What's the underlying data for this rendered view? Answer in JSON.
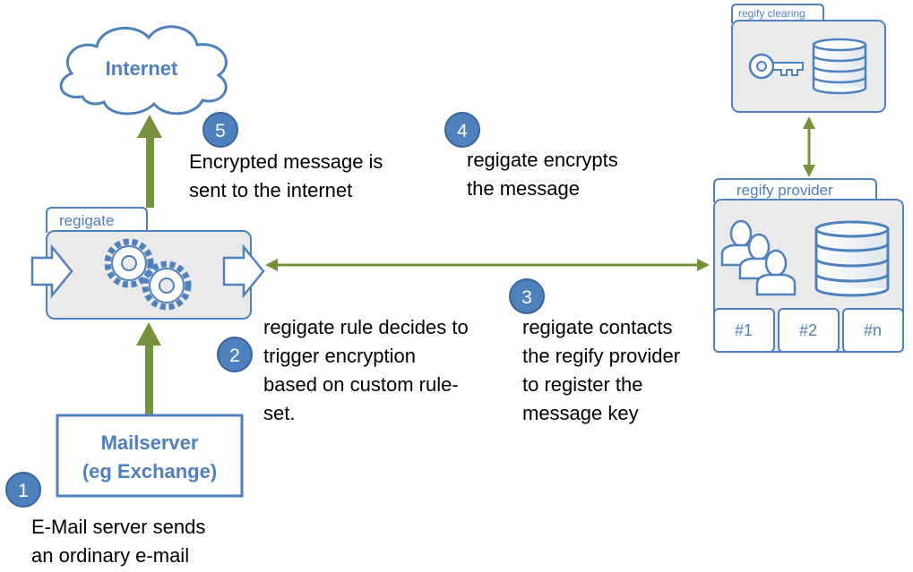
{
  "colors": {
    "blue_stroke": "#4f81bd",
    "blue_text": "#4f7fbc",
    "panel_fill": "#eaeaea",
    "arrow_green": "#76923c",
    "badge_fill": "#4f81bd",
    "badge_stroke": "#3a639a"
  },
  "nodes": {
    "internet": {
      "label": "Internet",
      "icon": "cloud-icon"
    },
    "regigate": {
      "tab_label": "regigate",
      "icon": "gears-icon"
    },
    "mailserver": {
      "line1": "Mailserver",
      "line2": "(eg Exchange)"
    },
    "clearing": {
      "tab_label": "regify clearing",
      "icons": [
        "key-icon",
        "database-icon"
      ]
    },
    "provider": {
      "tab_label": "regify provider",
      "icons": [
        "users-icon",
        "database-icon"
      ],
      "slots": [
        "#1",
        "#2",
        "#n"
      ]
    }
  },
  "steps": [
    {
      "number": "1",
      "text": "E-Mail server sends\nan ordinary e-mail"
    },
    {
      "number": "2",
      "text": "regigate rule decides to\ntrigger encryption\nbased on custom rule-\nset."
    },
    {
      "number": "3",
      "text": "regigate contacts\nthe regify provider\nto register the\nmessage key"
    },
    {
      "number": "4",
      "text": "regigate encrypts\nthe message"
    },
    {
      "number": "5",
      "text": "Encrypted message is\nsent to the internet"
    }
  ]
}
